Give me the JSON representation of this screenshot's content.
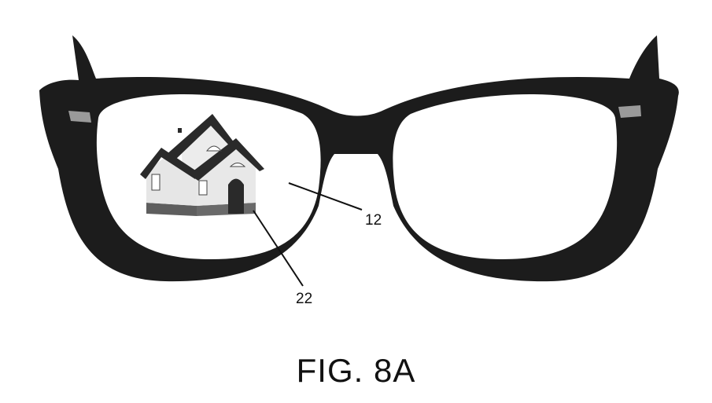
{
  "figure": {
    "caption": "FIG. 8A",
    "reference_numerals": {
      "lens": "12",
      "image": "22"
    },
    "colors": {
      "frame": "#1c1c1c",
      "rivet": "#9a9a9a",
      "roof": "#2a2a2a",
      "wall": "#e6e6e6",
      "base": "#6a6a6a"
    }
  }
}
